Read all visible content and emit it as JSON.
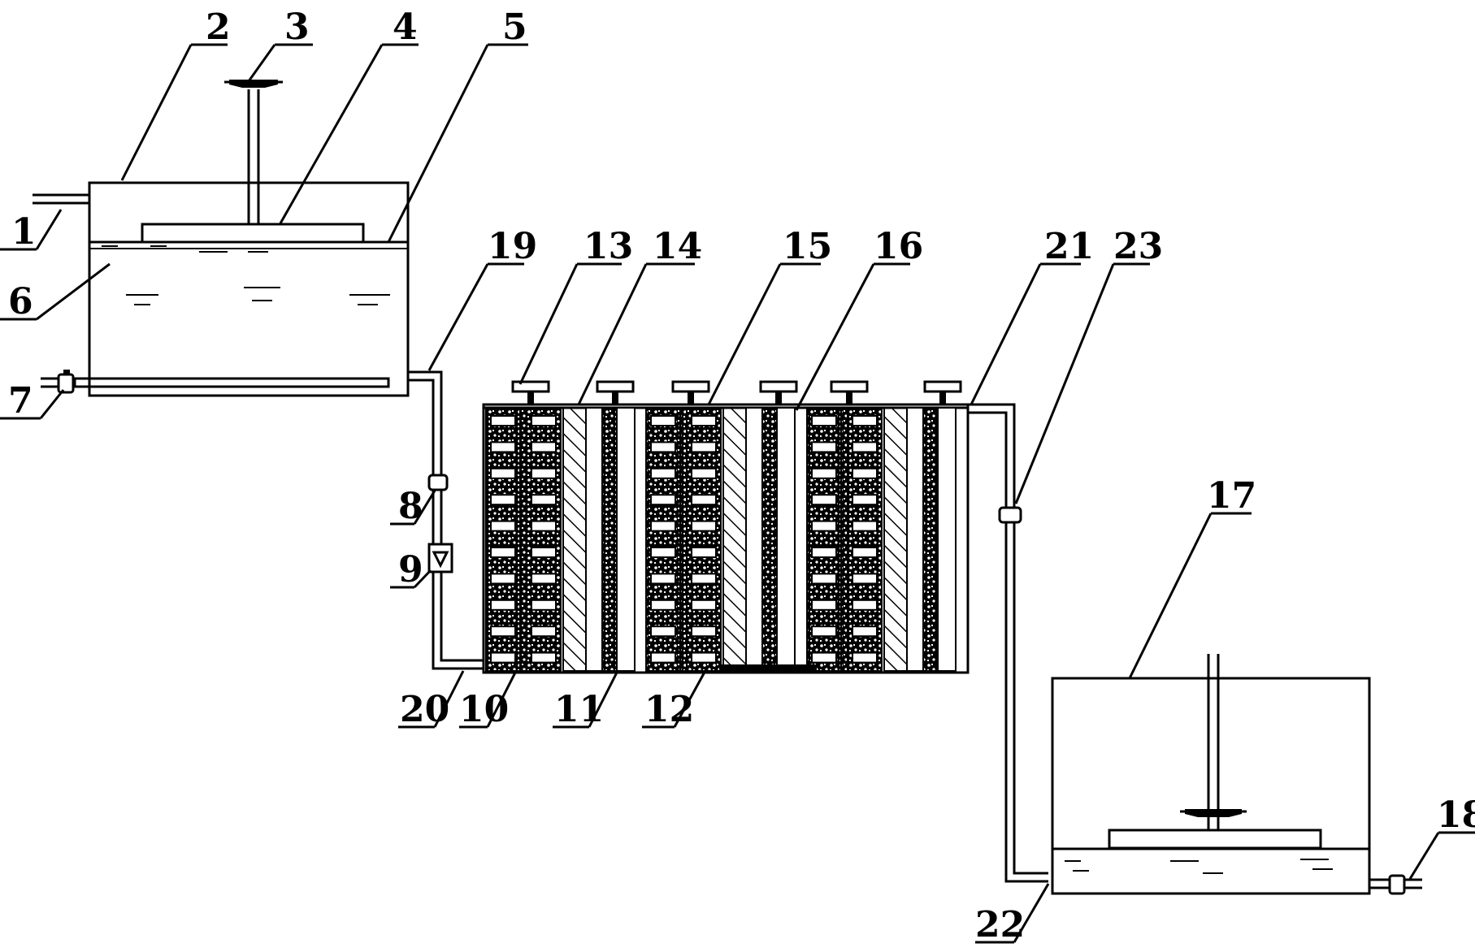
{
  "labels": {
    "l1": "1",
    "l2": "2",
    "l3": "3",
    "l4": "4",
    "l5": "5",
    "l6": "6",
    "l7": "7",
    "l8": "8",
    "l9": "9",
    "l10": "10",
    "l11": "11",
    "l12": "12",
    "l13": "13",
    "l14": "14",
    "l15": "15",
    "l16": "16",
    "l17": "17",
    "l18": "18",
    "l19": "19",
    "l20": "20",
    "l21": "21",
    "l22": "22",
    "l23": "23"
  },
  "colors": {
    "line": "#000000",
    "background": "#ffffff"
  }
}
